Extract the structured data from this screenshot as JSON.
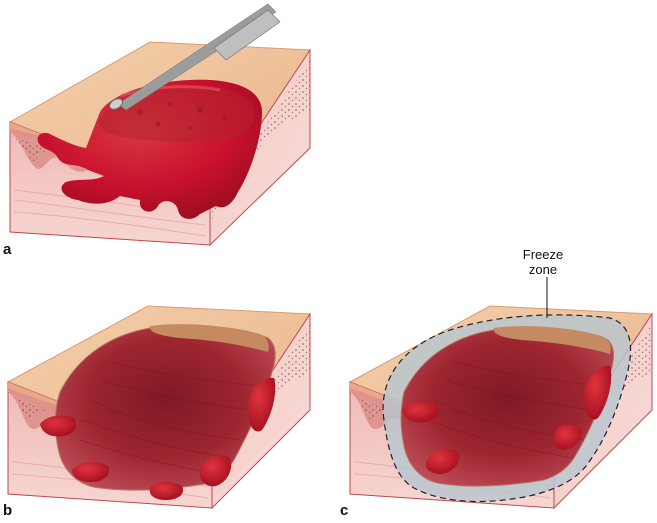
{
  "panels": {
    "a": {
      "label": "a"
    },
    "b": {
      "label": "b"
    },
    "c": {
      "label": "c"
    }
  },
  "annotations": {
    "freeze_zone_line1": "Freeze",
    "freeze_zone_line2": "zone"
  },
  "colors": {
    "epidermis_top": "#eec39d",
    "epidermis_edge": "#e3a57e",
    "dermis_front": "#f1c0bf",
    "dermis_side": "#f4cbc8",
    "block_outline": "#c0474f",
    "tumor_red": "#c8102e",
    "tumor_dark": "#8e0f1c",
    "wound_bed": "#9d2530",
    "freeze_zone_tint": "#b8c6cf",
    "dashed_outline": "#222222"
  },
  "icons": {
    "instrument": "curette-icon"
  }
}
